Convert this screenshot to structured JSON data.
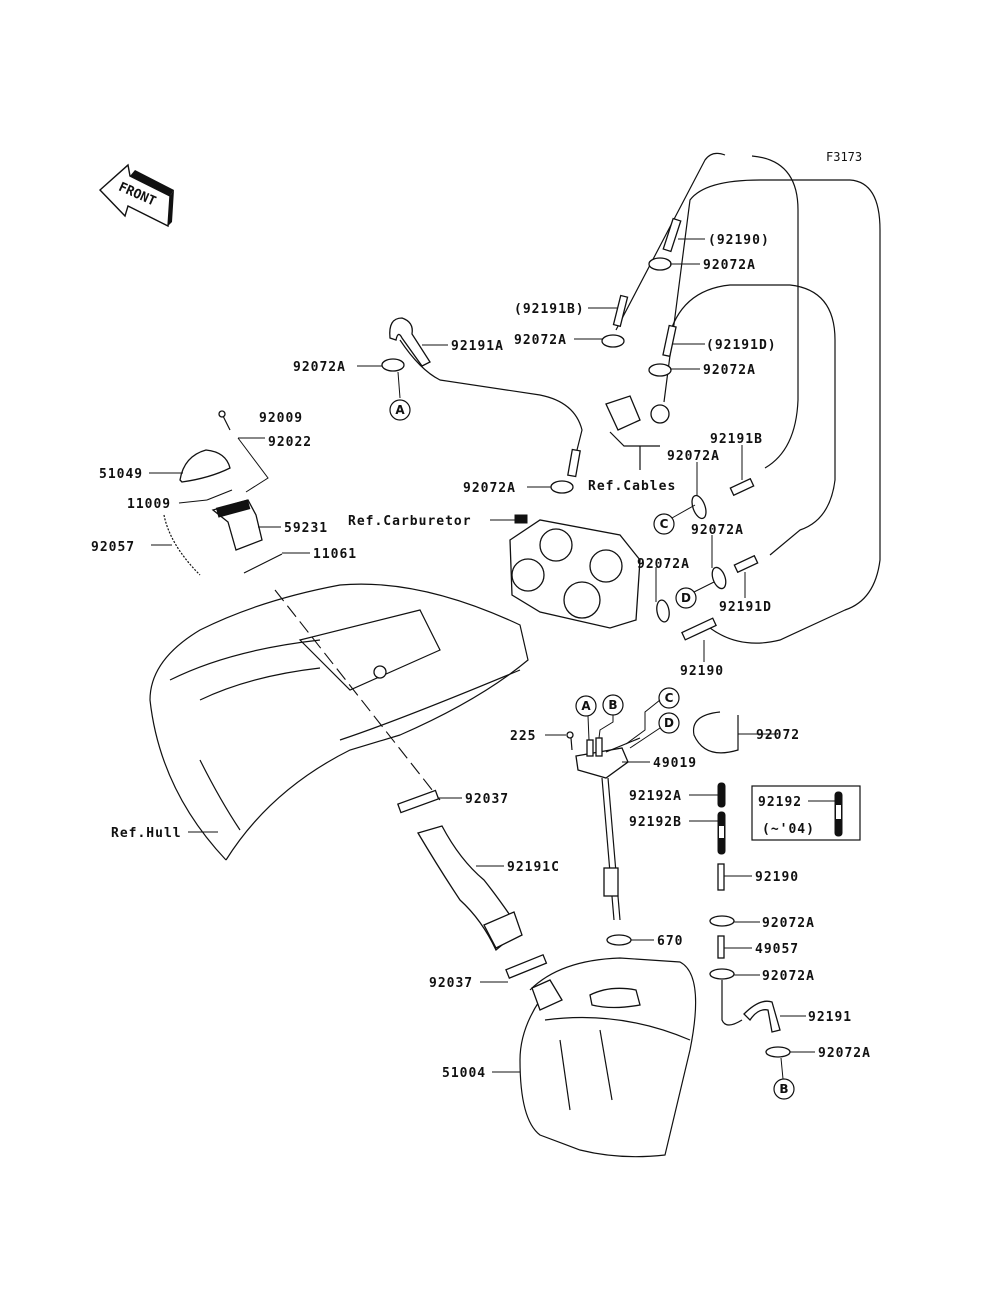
{
  "diagram": {
    "figure_code": "F3173",
    "front_indicator": "FRONT",
    "part_labels": {
      "p92190_top": "(92190)",
      "p92072A_1": "92072A",
      "p92191B_paren": "(92191B)",
      "p92072A_2": "92072A",
      "p92191D_paren": "(92191D)",
      "p92072A_3": "92072A",
      "p92191A": "92191A",
      "p92072A_left": "92072A",
      "p92009": "92009",
      "p92022": "92022",
      "p51049": "51049",
      "p11009": "11009",
      "p92057": "92057",
      "p59231": "59231",
      "p11061": "11061",
      "ref_carburetor": "Ref.Carburetor",
      "ref_cables": "Ref.Cables",
      "p92072A_carb": "92072A",
      "p92191B": "92191B",
      "p92072A_c": "92072A",
      "p92072A_d": "92072A",
      "p92191D": "92191D",
      "p92072A_e": "92072A",
      "p92190_mid": "92190",
      "p225": "225",
      "p49019": "49019",
      "p92072": "92072",
      "p92192A": "92192A",
      "p92192B": "92192B",
      "p92192_box": "92192",
      "p92192_box_note": "(~'04)",
      "ref_hull": "Ref.Hull",
      "p92037_1": "92037",
      "p92191C": "92191C",
      "p92190_low": "92190",
      "p92072A_low1": "92072A",
      "p670": "670",
      "p49057": "49057",
      "p92072A_low2": "92072A",
      "p92037_2": "92037",
      "p92191": "92191",
      "p92072A_low3": "92072A",
      "p51004": "51004"
    },
    "connector_markers": {
      "A": "A",
      "B": "B",
      "C": "C",
      "D": "D"
    }
  }
}
